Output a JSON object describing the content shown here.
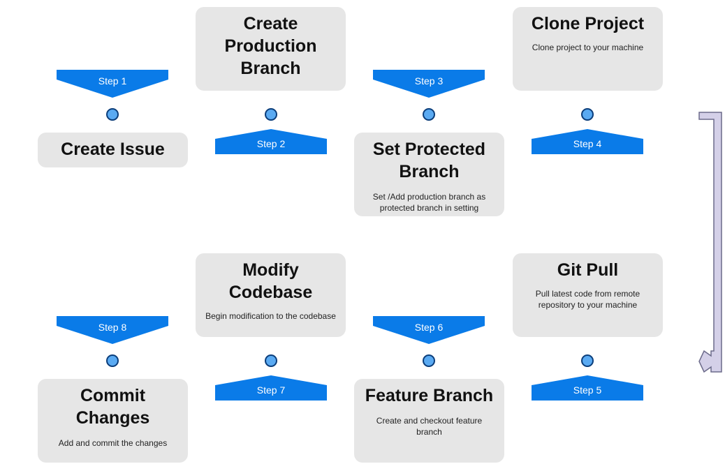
{
  "colors": {
    "banner": "#0a7be8",
    "card": "#e6e6e6",
    "node_fill": "#5aaaf2",
    "node_border": "#0b3d7a",
    "arrow_fill": "#d4d0e8",
    "arrow_stroke": "#6b6a8a"
  },
  "steps": [
    {
      "label": "Step 1",
      "title": "Create Issue",
      "desc": ""
    },
    {
      "label": "Step 2",
      "title": "Create\nProduction\nBranch",
      "desc": ""
    },
    {
      "label": "Step 3",
      "title": "Set Protected\nBranch",
      "desc": "Set /Add production branch as\nprotected branch in setting"
    },
    {
      "label": "Step 4",
      "title": "Clone Project",
      "desc": "Clone project to your machine"
    },
    {
      "label": "Step 5",
      "title": "Git Pull",
      "desc": "Pull latest code from remote\nrepository to your machine"
    },
    {
      "label": "Step 6",
      "title": "Feature Branch",
      "desc": "Create and checkout feature\nbranch"
    },
    {
      "label": "Step 7",
      "title": "Modify\nCodebase",
      "desc": "Begin modification to the codebase"
    },
    {
      "label": "Step 8",
      "title": "Commit\nChanges",
      "desc": "Add and commit the changes"
    }
  ],
  "flow_arrow": {
    "icon": "down-then-left-arrow-icon"
  }
}
